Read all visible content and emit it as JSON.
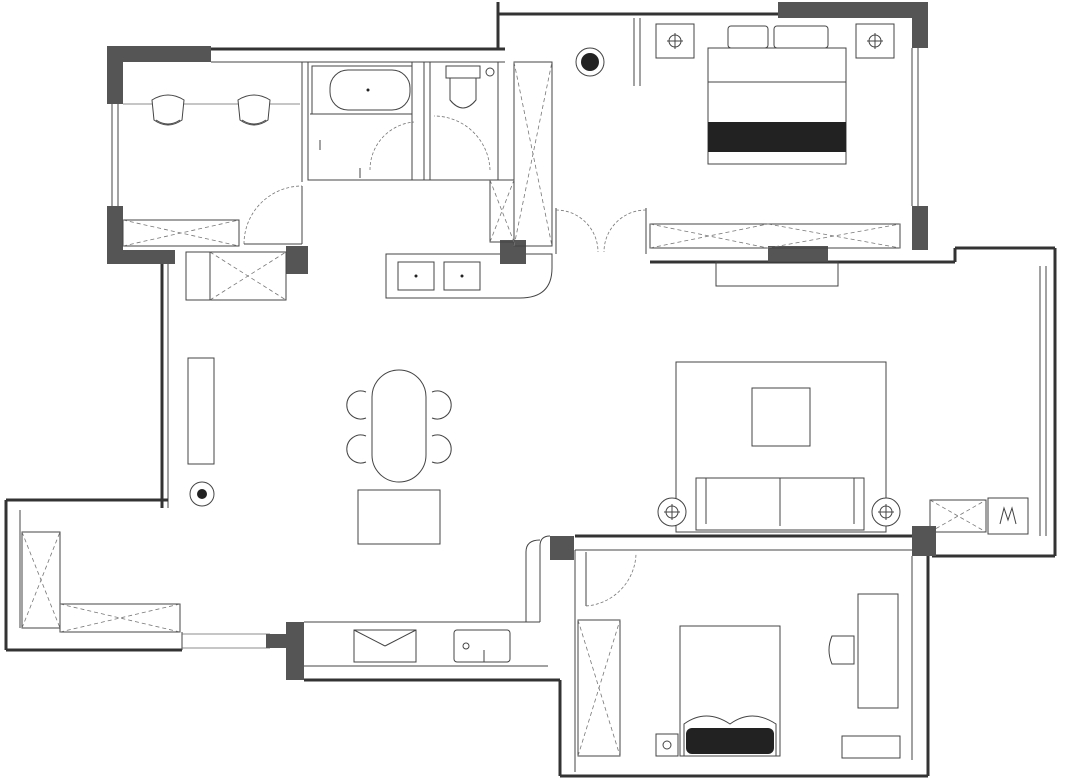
{
  "plan": {
    "rooms": [
      "study",
      "bathroom",
      "master-bedroom",
      "living-dining",
      "kitchen",
      "second-bedroom",
      "balcony"
    ],
    "colors": {
      "wall": "#333333",
      "column": "#555555",
      "line": "#444444",
      "background": "#ffffff"
    }
  }
}
